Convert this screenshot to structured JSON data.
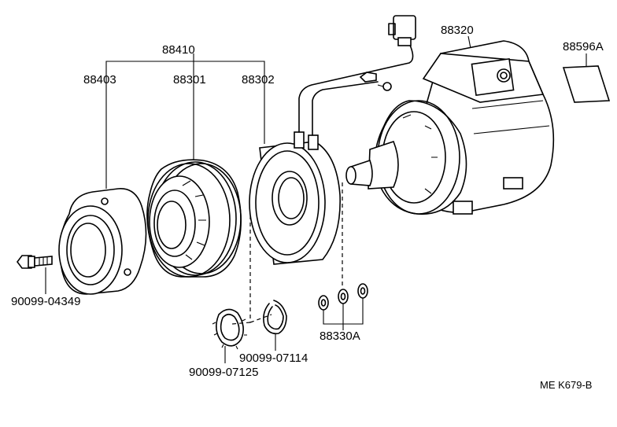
{
  "diagram": {
    "parts": {
      "assembly_88410": "88410",
      "plate_88403": "88403",
      "pulley_88301": "88301",
      "coil_88302": "88302",
      "compressor_88320": "88320",
      "label_88596A": "88596A",
      "shims_88330A": "88330A",
      "bolt_90099_04349": "90099-04349",
      "snap_ring_90099_07114": "90099-07114",
      "snap_ring_90099_07125": "90099-07125"
    },
    "figure_code": "ME K679-B"
  }
}
